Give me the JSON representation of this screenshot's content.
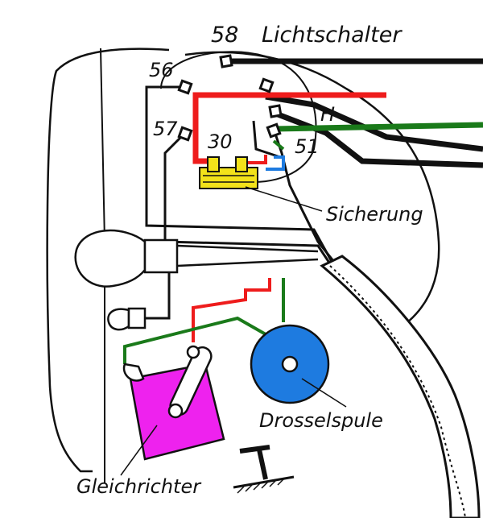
{
  "labels": {
    "lichtschalter": "Lichtschalter",
    "t58": "58",
    "t56": "56",
    "t57": "57",
    "t30": "30",
    "t51": "51",
    "h": "H",
    "sicherung": "Sicherung",
    "drosselspule": "Drosselspule",
    "gleichrichter": "Gleichrichter"
  },
  "colors": {
    "red": "#ee1c1c",
    "green": "#1a7a1a",
    "blue": "#1e7be0",
    "magenta": "#ee22ee",
    "yellow": "#f2e21a",
    "black": "#111111"
  }
}
